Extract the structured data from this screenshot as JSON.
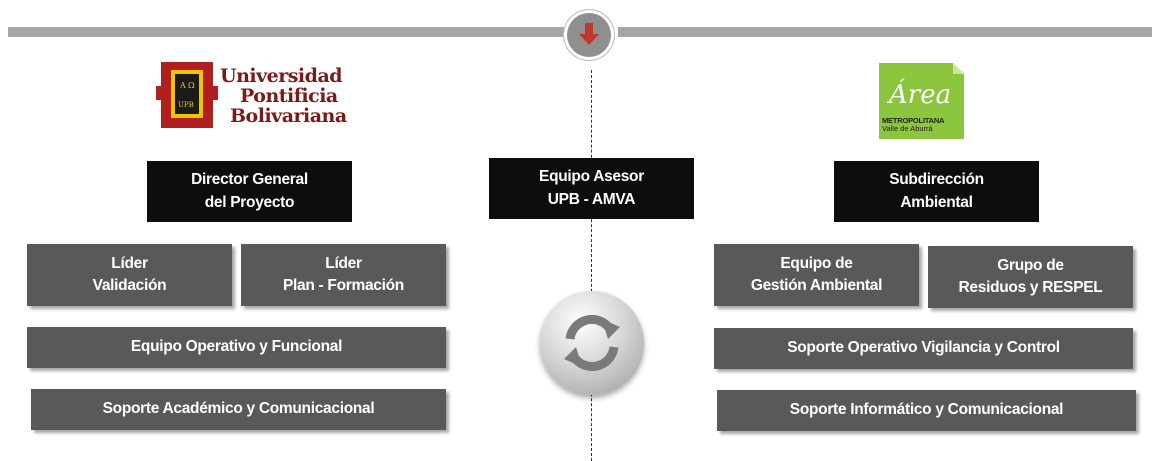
{
  "colors": {
    "bar": "#a6a6a6",
    "dark_box": "#0d0d0d",
    "grey_box": "#595959",
    "arrow": "#c0392b",
    "upb_red": "#7a1a1a",
    "area_green": "#8cc63f"
  },
  "icons": {
    "top": "down-arrow-icon",
    "center": "sync-icon"
  },
  "left": {
    "logo": {
      "line1": "Universidad",
      "line2": "Pontificia",
      "line3": "Bolivariana",
      "seal_text": [
        "A",
        "Ω",
        "UPB"
      ]
    },
    "director": [
      "Director General",
      "del Proyecto"
    ],
    "lider_validacion": [
      "Líder",
      "Validación"
    ],
    "lider_plan": [
      "Líder",
      "Plan - Formación"
    ],
    "equipo_operativo": "Equipo Operativo y Funcional",
    "soporte_academico": "Soporte Académico y Comunicacional"
  },
  "center": {
    "equipo_asesor": [
      "Equipo Asesor",
      "UPB - AMVA"
    ]
  },
  "right": {
    "logo": {
      "script": "Área",
      "line1": "METROPOLITANA",
      "line2": "Valle de Aburrá"
    },
    "subdireccion": [
      "Subdirección",
      "Ambiental"
    ],
    "equipo_gestion": [
      "Equipo de",
      "Gestión Ambiental"
    ],
    "grupo_residuos": [
      "Grupo de",
      "Residuos y RESPEL"
    ],
    "soporte_operativo": "Soporte Operativo Vigilancia y Control",
    "soporte_informatico": "Soporte Informático y Comunicacional"
  }
}
